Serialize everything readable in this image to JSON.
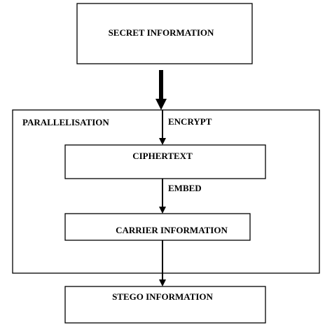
{
  "nodes": {
    "secret": "SECRET INFORMATION",
    "ciphertext": "CIPHERTEXT",
    "carrier": "CARRIER INFORMATION",
    "stego": "STEGO INFORMATION"
  },
  "group": {
    "label": "PARALLELISATION"
  },
  "edges": {
    "encrypt": "ENCRYPT",
    "embed": "EMBED"
  },
  "colors": {
    "stroke": "#000000",
    "background": "#ffffff"
  }
}
